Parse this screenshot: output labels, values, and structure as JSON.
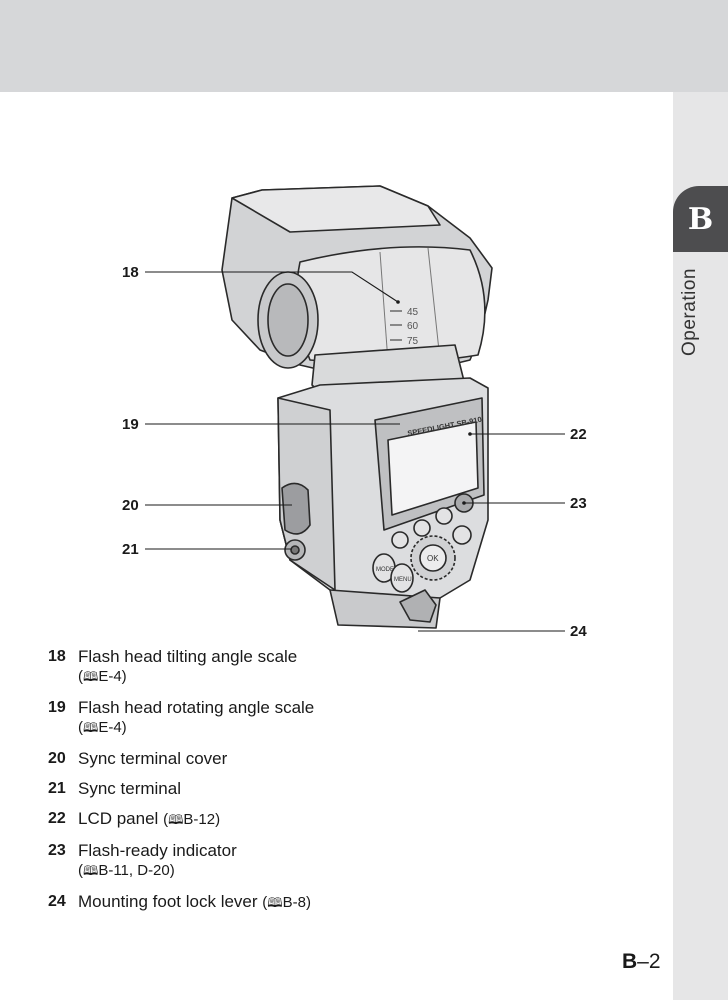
{
  "sidebar": {
    "tab_letter": "B",
    "section_label": "Operation"
  },
  "illustration": {
    "callouts": [
      "18",
      "19",
      "20",
      "21",
      "22",
      "23",
      "24"
    ],
    "scale_marks": [
      "45",
      "60",
      "75"
    ],
    "panel_text": "SPEEDLIGHT SB-910",
    "button_mode": "MODE",
    "button_menu": "MENU",
    "button_ok": "OK"
  },
  "legend": {
    "items": [
      {
        "num": "18",
        "text": "Flash head tilting angle scale",
        "ref": "E-4"
      },
      {
        "num": "19",
        "text": "Flash head rotating angle scale",
        "ref": "E-4"
      },
      {
        "num": "20",
        "text": "Sync terminal cover",
        "ref": ""
      },
      {
        "num": "21",
        "text": "Sync terminal",
        "ref": ""
      },
      {
        "num": "22",
        "text": "LCD panel",
        "ref": "B-12"
      },
      {
        "num": "23",
        "text": "Flash-ready indicator",
        "ref": "B-11, D-20"
      },
      {
        "num": "24",
        "text": "Mounting foot lock lever",
        "ref": "B-8"
      }
    ]
  },
  "footer": {
    "page_letter": "B",
    "page_suffix": "–2"
  },
  "icons": {
    "reference_book": "book-icon"
  }
}
